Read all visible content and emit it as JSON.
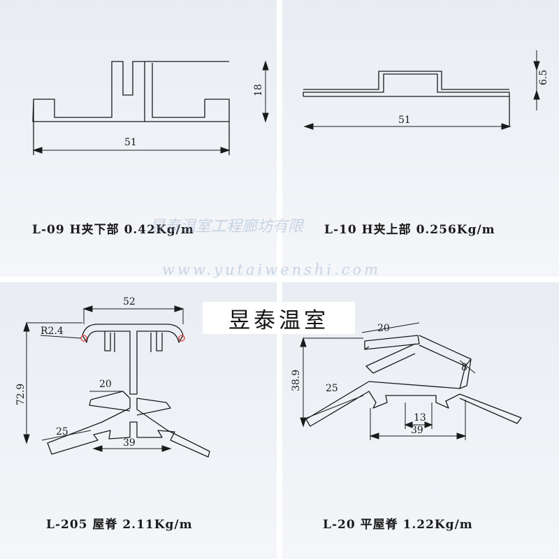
{
  "panels": [
    {
      "caption": "L-09 H夹下部 0.42Kg/m",
      "dims": {
        "width": "51",
        "height": "18"
      }
    },
    {
      "caption": "L-10 H夹上部 0.256Kg/m",
      "dims": {
        "width": "51",
        "height": "6.5"
      }
    },
    {
      "caption": "L-205 屋脊 2.11Kg/m",
      "dims": {
        "top": "52",
        "radius": "R2.4",
        "height": "72.9",
        "upper_leg": "20",
        "lower_leg": "25",
        "base": "39"
      }
    },
    {
      "caption": "L-20 平屋脊 1.22Kg/m",
      "dims": {
        "top_leg": "20",
        "side": "8",
        "height": "38.9",
        "lower_leg": "25",
        "gap": "13",
        "base": "39"
      }
    }
  ],
  "brand": "昱泰温室",
  "watermark": {
    "line1": "昱泰温室工程廊坊有限",
    "line2": "www.yutaiwenshi.com"
  },
  "colors": {
    "line": "#1a1a1a",
    "panel_top": "#e9edf3",
    "panel_bottom": "#f4f6f9",
    "accent": "#e04040"
  }
}
